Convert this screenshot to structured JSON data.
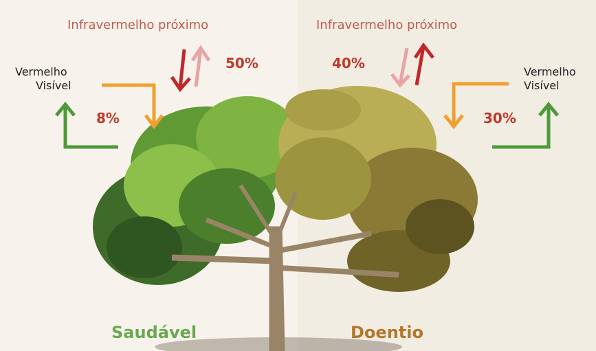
{
  "left": {
    "nir_label": "Infravermelho próximo",
    "nir_percent": "50%",
    "visible_label_line1": "Vermelho",
    "visible_label_line2": "Visível",
    "visible_percent": "8%",
    "state_label": "Saudável"
  },
  "right": {
    "nir_label": "Infravermelho próximo",
    "nir_percent": "40%",
    "visible_label_line1": "Vermelho",
    "visible_label_line2": "Visível",
    "visible_percent": "30%",
    "state_label": "Doentio"
  },
  "colors": {
    "healthy_green": "#6aa84f",
    "sick_brown": "#b5762a",
    "arrow_orange": "#f0a030",
    "arrow_green": "#4e9a3a",
    "arrow_dark_red": "#c0282b",
    "arrow_light_red": "#e8a3a3",
    "trunk": "#9a8468"
  }
}
